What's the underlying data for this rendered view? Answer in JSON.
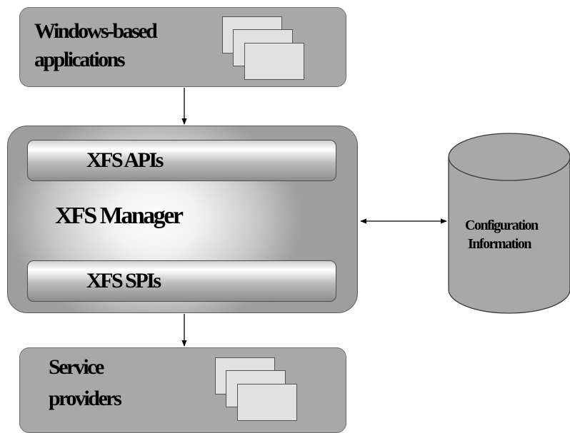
{
  "top_box": {
    "line1": "Windows-based",
    "line2": "applications"
  },
  "manager": {
    "title": "XFS Manager",
    "api_label": "XFS APIs",
    "spi_label": "XFS SPIs"
  },
  "config": {
    "line1": "Configuration",
    "line2": "Information"
  },
  "bottom_box": {
    "line1": "Service",
    "line2": "providers"
  },
  "colors": {
    "box_fill": "#a8a8a8",
    "window_fill": "#e2e2e2",
    "border": "#555555"
  }
}
